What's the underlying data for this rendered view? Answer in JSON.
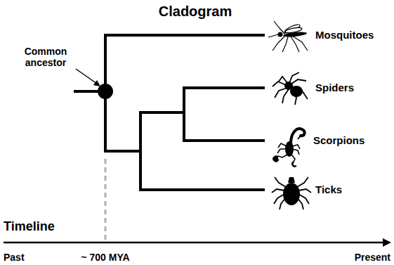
{
  "diagram": {
    "title": "Cladogram",
    "labels": [
      "Common ancestor",
      "Mosquitoes",
      "Spiders",
      "Scorpions",
      "Ticks",
      "Timeline",
      "Past",
      "~ 700 MYA",
      "Present"
    ]
  }
}
